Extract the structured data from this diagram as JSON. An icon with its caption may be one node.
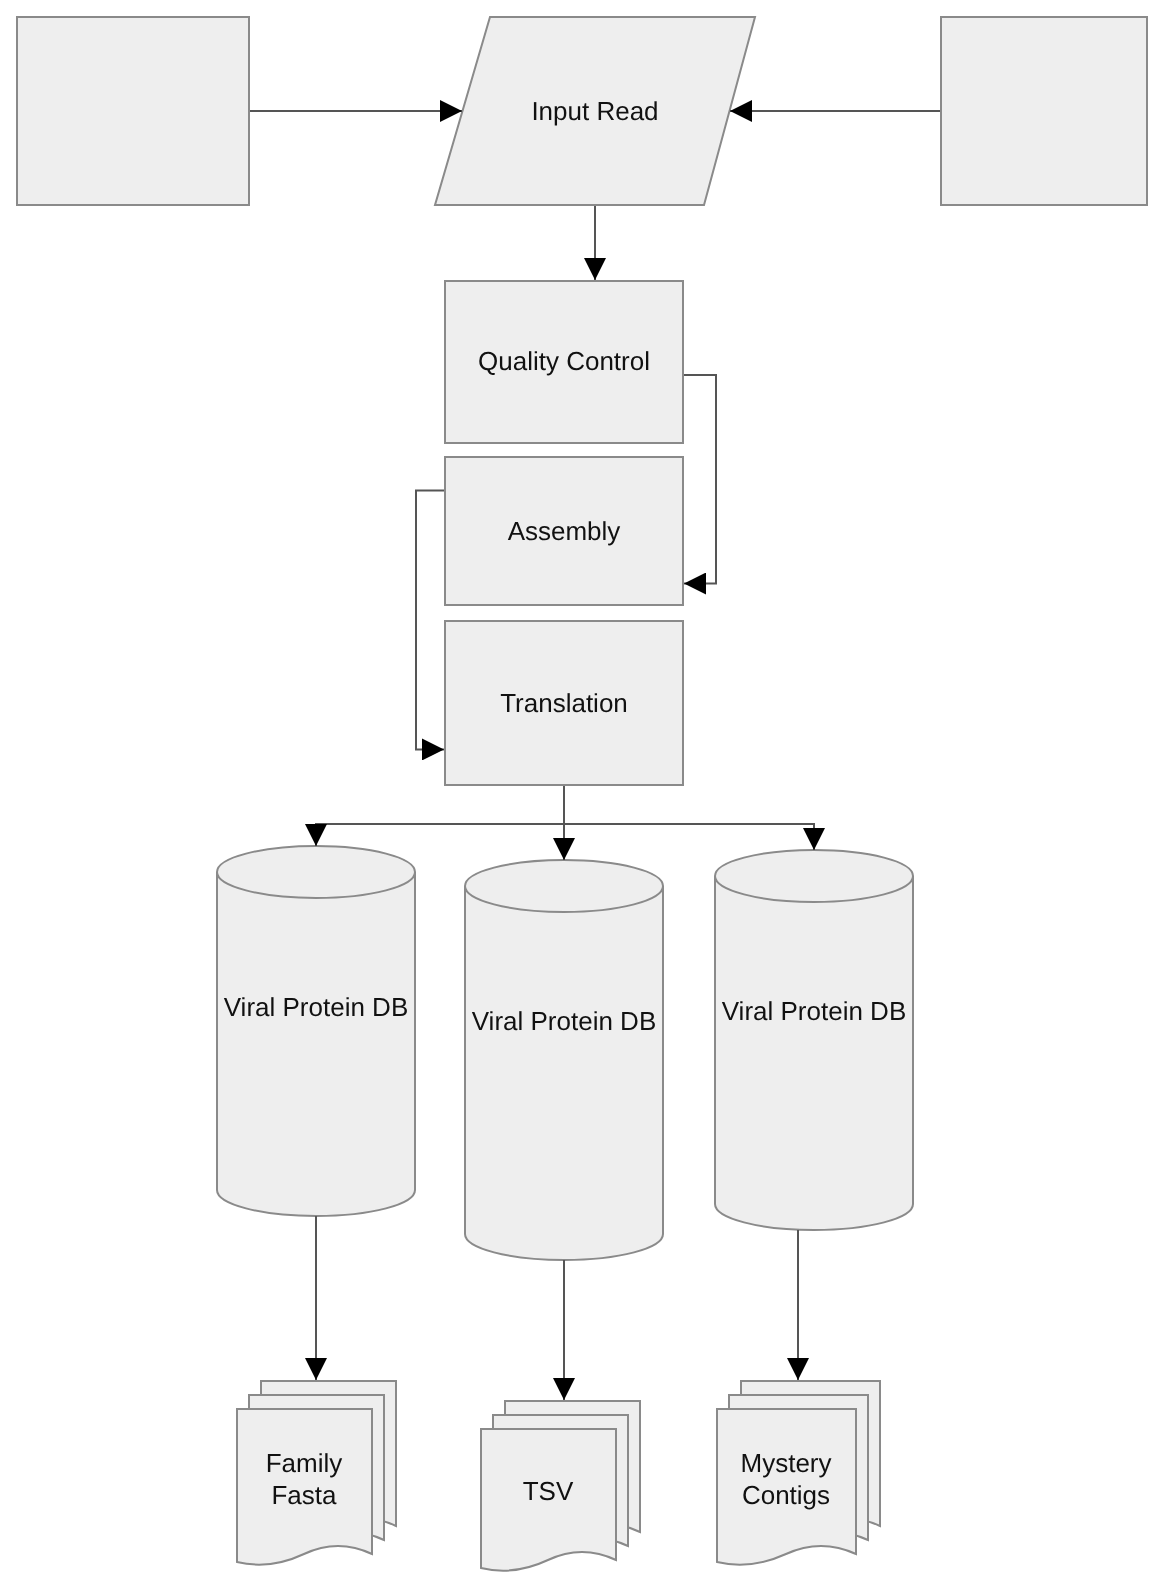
{
  "diagram": {
    "nodes": [
      {
        "text": [],
        "shape": "box"
      },
      {
        "text": [
          "Input Read"
        ]
      },
      {
        "text": [],
        "shape": "box"
      },
      {
        "text": [
          "Quality Control"
        ]
      },
      {
        "text": [
          "Assembly"
        ]
      },
      {
        "text": [
          "Translation"
        ]
      },
      {
        "text": [
          "Viral Protein DB"
        ]
      },
      {
        "text": [
          "Viral Protein DB"
        ]
      },
      {
        "text": [
          "Viral Protein DB"
        ]
      },
      {
        "text": [
          "Family Fasta"
        ]
      },
      {
        "text": [
          "TSV"
        ]
      },
      {
        "text": [
          "Mystery Contigs"
        ]
      }
    ],
    "edges": [
      {
        "from": 0,
        "to": 1,
        "arrow": "to"
      },
      {
        "from": 2,
        "to": 1,
        "arrow": "to"
      },
      {
        "from": 1,
        "to": 3,
        "arrow": "to"
      },
      {
        "from": 3,
        "to": 4,
        "arrow": "to"
      },
      {
        "from": 4,
        "to": 5,
        "arrow": "to"
      },
      {
        "from": 5,
        "to": 6,
        "arrow": "to"
      },
      {
        "from": 5,
        "to": 7,
        "arrow": "to"
      },
      {
        "from": 5,
        "to": 8,
        "arrow": "to"
      },
      {
        "from": 6,
        "to": 9,
        "arrow": "to"
      },
      {
        "from": 7,
        "to": 10,
        "arrow": "to"
      },
      {
        "from": 8,
        "to": 11,
        "arrow": "to"
      }
    ]
  }
}
